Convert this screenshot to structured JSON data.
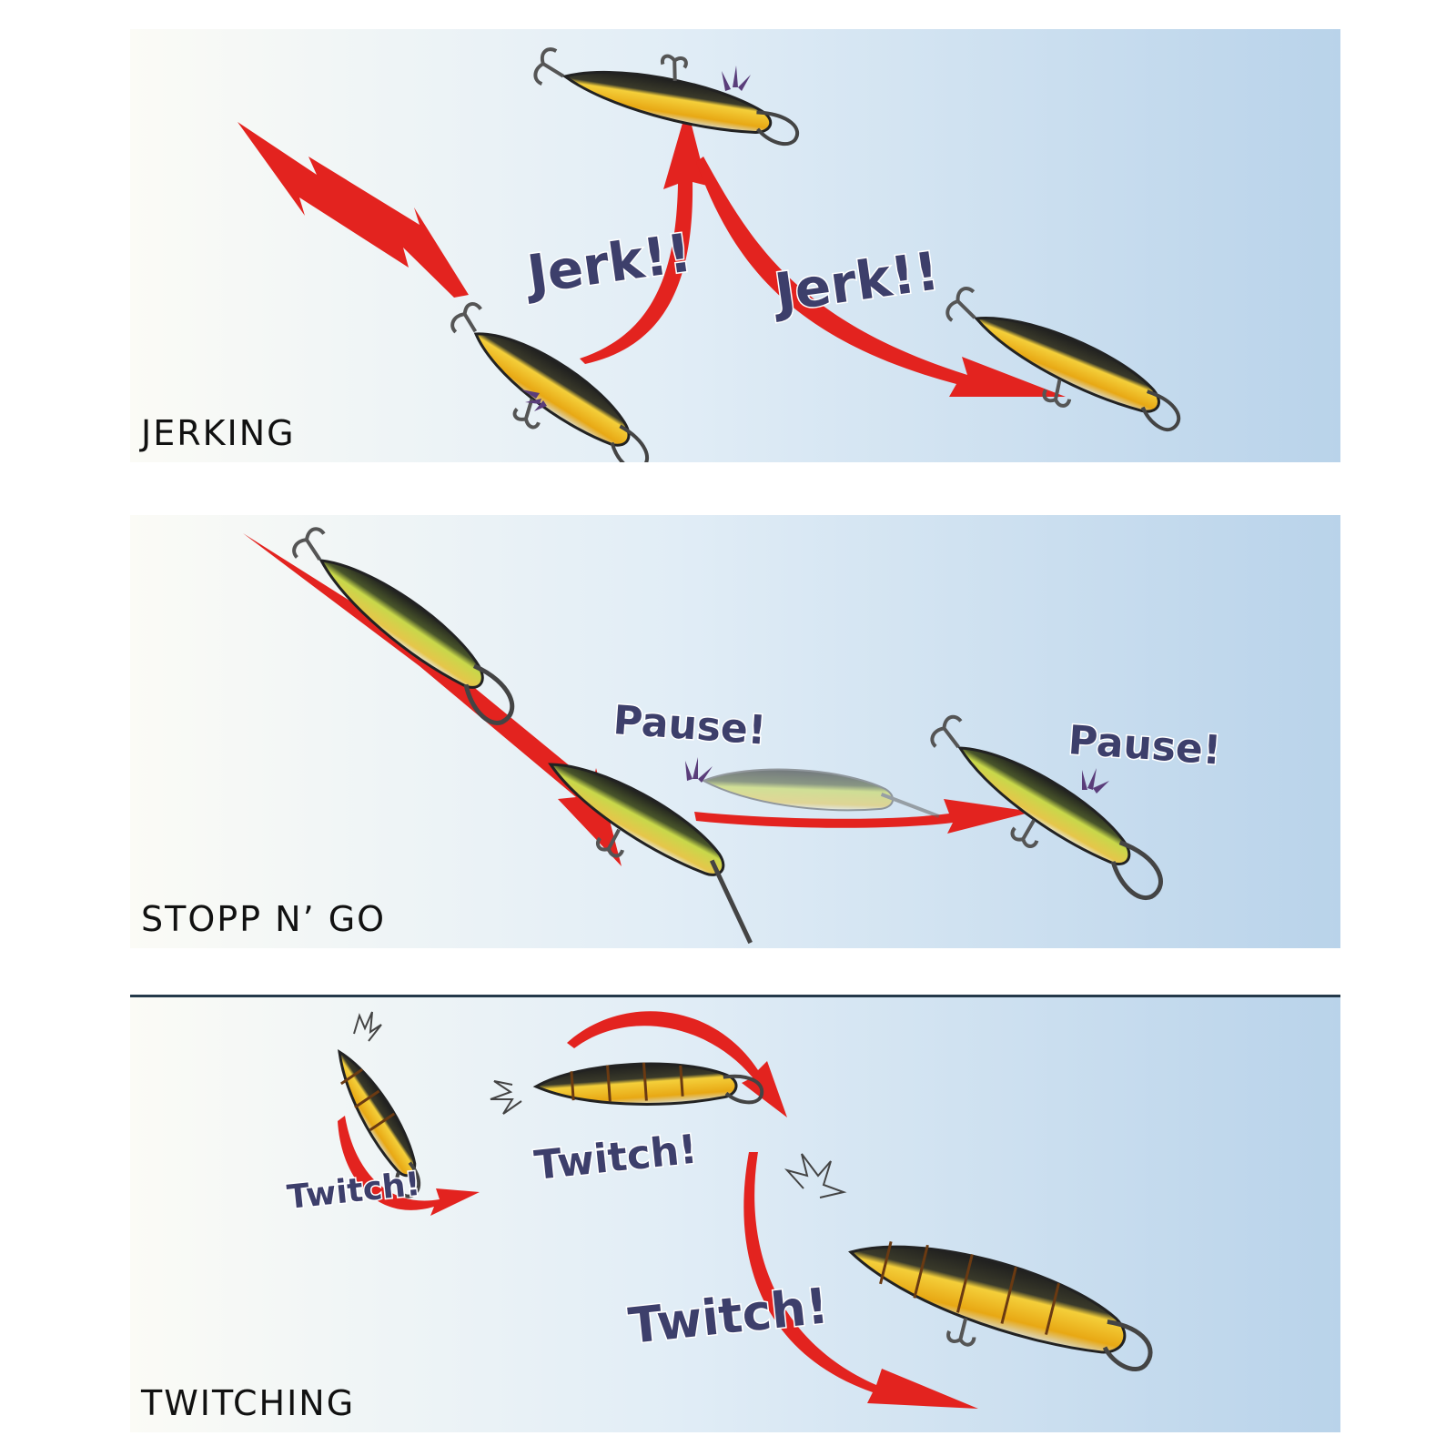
{
  "panels": [
    {
      "title": "JERKING",
      "callouts": [
        "Jerk!!",
        "Jerk!!"
      ]
    },
    {
      "title": "STOPP N’ GO",
      "callouts": [
        "Pause!",
        "Pause!"
      ]
    },
    {
      "title": "TWITCHING",
      "callouts": [
        "Twitch!",
        "Twitch!",
        "Twitch!"
      ]
    }
  ],
  "colors": {
    "arrow": "#e3231f",
    "lure_gold": "#e8b21c",
    "lure_green": "#b7cc3a",
    "lure_back": "#1e1e1e",
    "callout_text": "#3d3f6b",
    "water_light": "#ffffff",
    "water_dark": "#b9d3ea"
  }
}
